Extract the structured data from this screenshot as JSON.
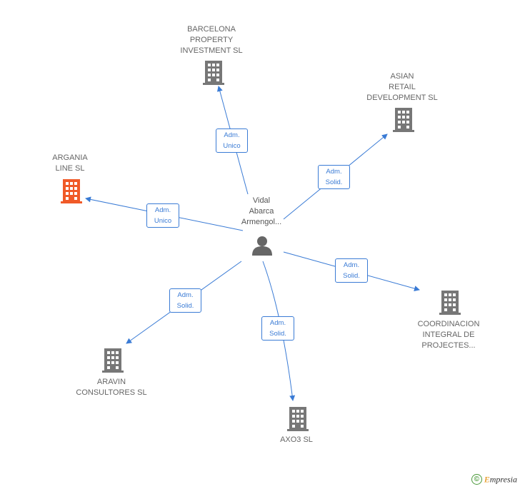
{
  "center": {
    "lines": [
      "Vidal",
      "Abarca",
      "Armengol..."
    ],
    "icon": "person-icon"
  },
  "companies": [
    {
      "id": "barcelona",
      "lines": [
        "BARCELONA",
        "PROPERTY",
        "INVESTMENT SL"
      ],
      "color": "#777777",
      "icon": "building-icon"
    },
    {
      "id": "asian",
      "lines": [
        "ASIAN",
        "RETAIL",
        "DEVELOPMENT SL"
      ],
      "color": "#777777",
      "icon": "building-icon"
    },
    {
      "id": "argania",
      "lines": [
        "ARGANIA",
        "LINE SL"
      ],
      "color": "#f05a28",
      "icon": "building-icon"
    },
    {
      "id": "coordinacion",
      "lines": [
        "COORDINACION",
        "INTEGRAL DE",
        "PROJECTES..."
      ],
      "color": "#777777",
      "icon": "building-icon"
    },
    {
      "id": "aravin",
      "lines": [
        "ARAVIN",
        "CONSULTORES SL"
      ],
      "color": "#777777",
      "icon": "building-icon"
    },
    {
      "id": "axo3",
      "lines": [
        "AXO3 SL"
      ],
      "color": "#777777",
      "icon": "building-icon"
    }
  ],
  "relations": [
    {
      "to": "barcelona",
      "lines": [
        "Adm.",
        "Unico"
      ]
    },
    {
      "to": "asian",
      "lines": [
        "Adm.",
        "Solid."
      ]
    },
    {
      "to": "argania",
      "lines": [
        "Adm.",
        "Unico"
      ]
    },
    {
      "to": "coordinacion",
      "lines": [
        "Adm.",
        "Solid."
      ]
    },
    {
      "to": "aravin",
      "lines": [
        "Adm.",
        "Solid."
      ]
    },
    {
      "to": "axo3",
      "lines": [
        "Adm.",
        "Solid."
      ]
    }
  ],
  "colors": {
    "edge": "#3a7bd5",
    "building": "#777777",
    "highlight": "#f05a28"
  },
  "footer": {
    "copyright": "©",
    "brand_initial": "E",
    "brand_rest": "mpresia"
  }
}
